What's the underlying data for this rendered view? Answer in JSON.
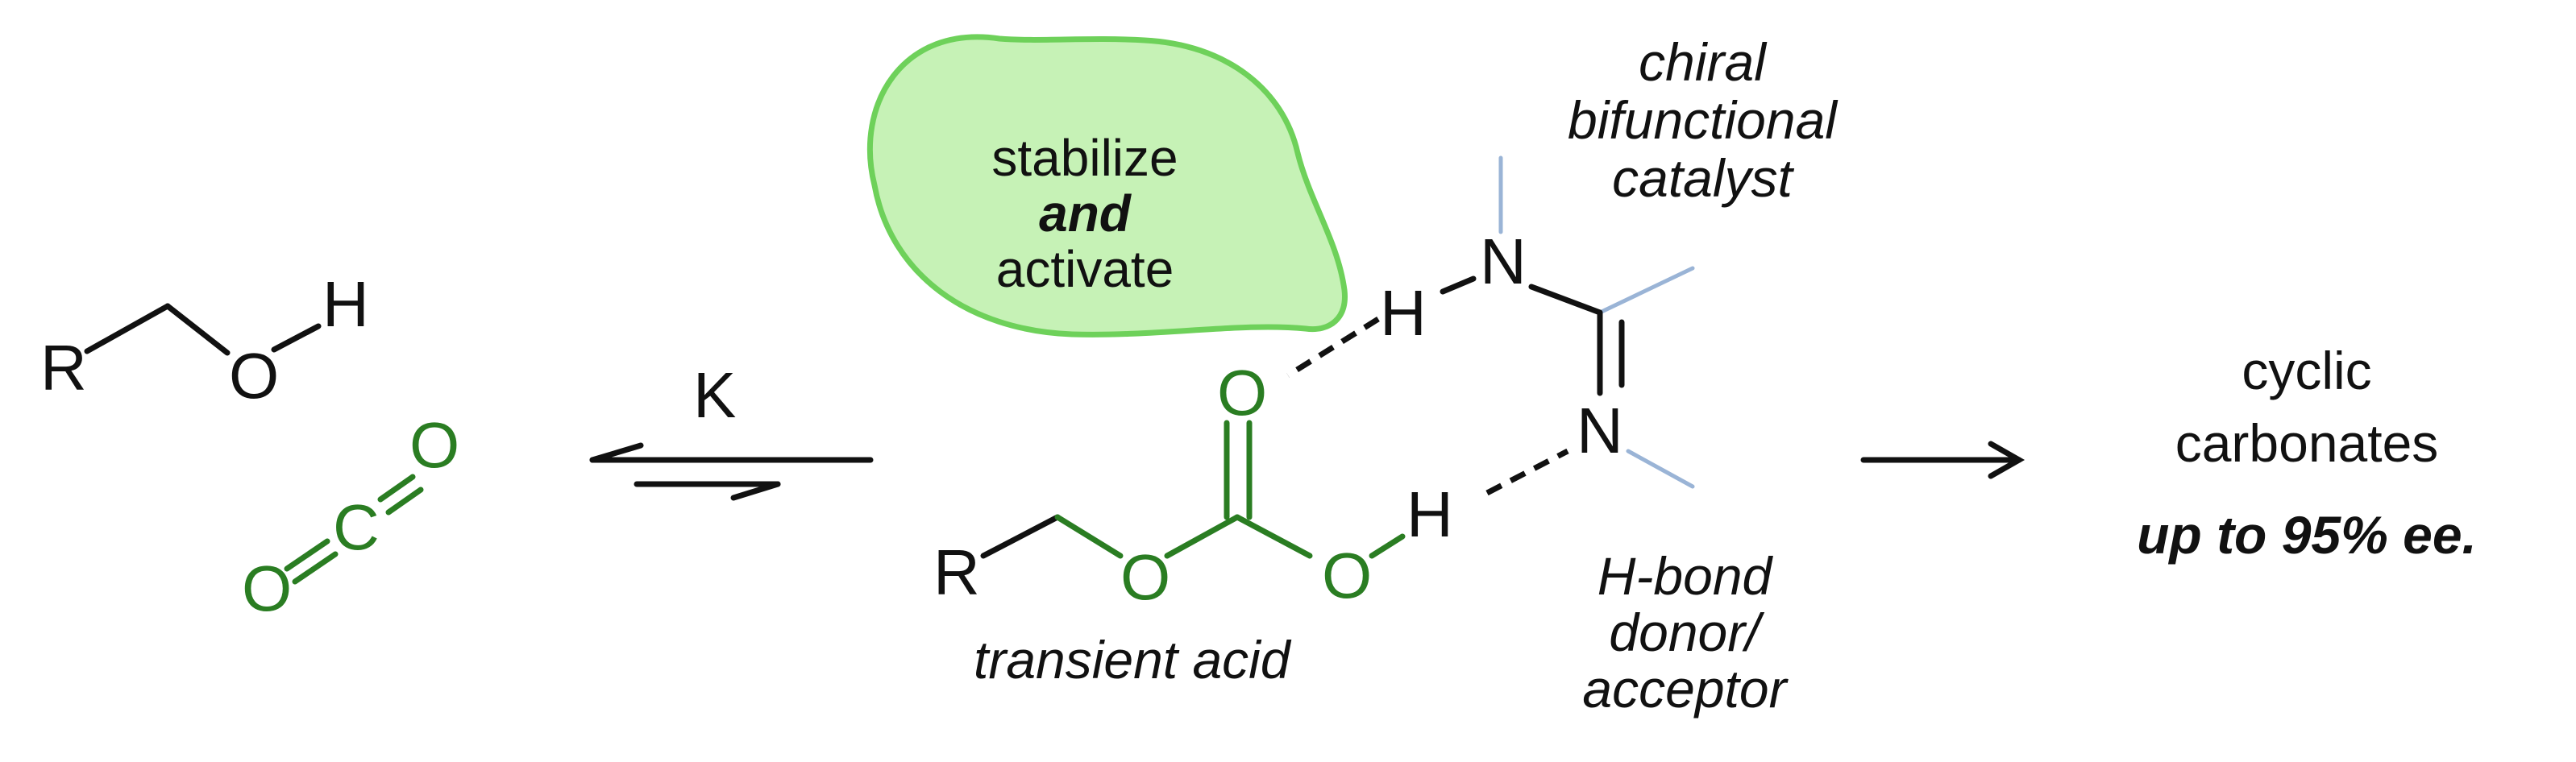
{
  "colors": {
    "black": "#111111",
    "green": "#2a7d22",
    "blue_stub": "#9ab4d6",
    "bubble_fill": "#c6f2b6",
    "bubble_stroke": "#6ed15a"
  },
  "alcohol": {
    "r": "R",
    "o": "O",
    "h": "H"
  },
  "co2": {
    "o1": "O",
    "c": "C",
    "o2": "O"
  },
  "equilibrium": {
    "k": "K"
  },
  "bubble": {
    "line1": "stabilize",
    "line2": "and",
    "line3": "activate"
  },
  "catalyst": {
    "title": [
      "chiral",
      "bifunctional",
      "catalyst"
    ],
    "n_top": "N",
    "n_bottom": "N",
    "h_top": "H",
    "h_bottom": "H",
    "hbond_label": [
      "H-bond",
      "donor/",
      "acceptor"
    ]
  },
  "acid": {
    "r": "R",
    "o_ester": "O",
    "o_carbonyl": "O",
    "o_hydroxyl": "O",
    "label": "transient acid"
  },
  "product": {
    "line1": "cyclic",
    "line2": "carbonates",
    "line3": "up to 95% ee."
  }
}
